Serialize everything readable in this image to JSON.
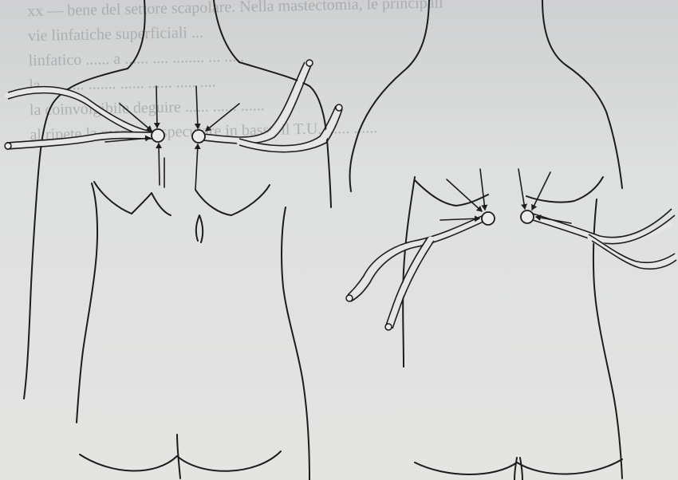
{
  "figure": {
    "panels": [
      {
        "id": "anterior",
        "view": "front torso with breast lymphatic drainage arrows"
      },
      {
        "id": "posterior",
        "view": "back torso with scapular lymphatic drainage arrows"
      }
    ],
    "background_text_lines": [
      "xx  —  bene  del  settore  scapolare.  Nella  mastectomia,  le  principali",
      "vie  linfatiche  superficiali  ...",
      "",
      "",
      "",
      "",
      "",
      "",
      "",
      "",
      "",
      "",
      "",
      "",
      "",
      "linfatico  ......  a  ......  ....  ........  ...  .....",
      "",
      "la  ...  ......  .......  ......  ......  .....  ....",
      "",
      "la  coinvolgibile  deguire  ......  ......  ......",
      "al  ripete  la  manovra  speculare  in  basso  il  T.U.  ......  ......",
      "",
      ""
    ]
  }
}
